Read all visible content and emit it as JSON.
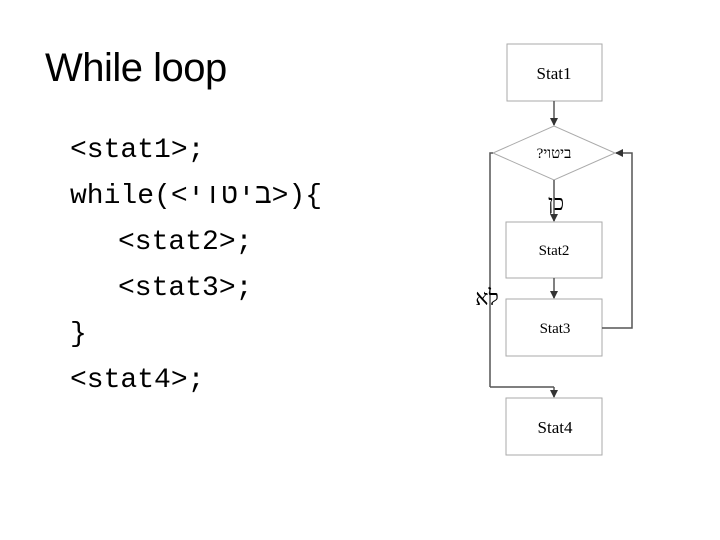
{
  "slide": {
    "title": "While loop"
  },
  "code": {
    "line1": "<stat1>;",
    "line2_prefix": "while(<",
    "line2_hebrew": "ביטוי",
    "line2_suffix": ">){",
    "line3": "<stat2>;",
    "line4": "<stat3>;",
    "line5": "}",
    "line6": "<stat4>;"
  },
  "flowchart": {
    "stat1": "Stat1",
    "condition": "ביטוי?",
    "yes_label": "כן",
    "no_label": "לא",
    "stat2": "Stat2",
    "stat3": "Stat3",
    "stat4": "Stat4"
  }
}
